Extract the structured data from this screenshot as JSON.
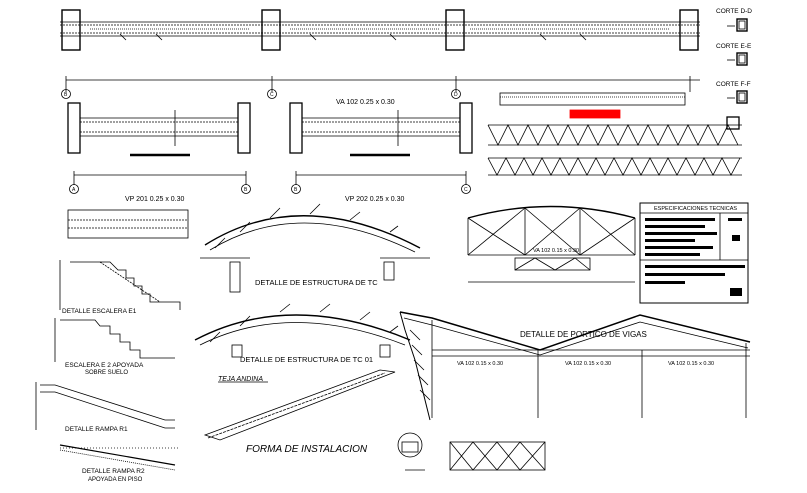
{
  "sections": {
    "corte_dd": "CORTE D-D",
    "corte_ee": "CORTE E-E",
    "corte_ff": "CORTE F-F",
    "va102_top": "VA 102   0.25 x 0.30",
    "vp201": "VP 201   0.25 x 0.30",
    "vp202": "VP 202   0.25 x 0.30",
    "detalle_estructura_1": "DETALLE DE ESTRUCTURA DE TC",
    "detalle_estructura_2": "DETALLE DE ESTRUCTURA DE TC  01",
    "detalle_escalera_e1": "DETALLE ESCALERA E1",
    "escalera_e2_line1": "ESCALERA E 2 APOYADA",
    "escalera_e2_line2": "SOBRE SUELO",
    "teja_andina": "TEJA ANDINA",
    "forma_instalacion": "FORMA DE INSTALACION",
    "detalle_rampa_r1": "DETALLE RAMPA R1",
    "detalle_rampa_r2_line1": "DETALLE RAMPA R2",
    "detalle_rampa_r2_line2": "APOYADA EN PISO",
    "detalle_portico": "DETALLE DE PORTICO DE VIGAS",
    "especificaciones": "ESPECIFICACIONES TECNICAS",
    "va102_a": "VA 102   0.15 x 0.30",
    "va102_b": "VA 102   0.15 x 0.30",
    "va102_c": "VA 102   0.15 x 0.30",
    "va102_truss": "VA 102   0.15 x 0.30"
  },
  "axes": {
    "top_row": [
      "B",
      "C",
      "D"
    ],
    "bottom_row": [
      "A",
      "B",
      "C"
    ]
  },
  "colors": {
    "line": "#000000",
    "accent_red": "#ff0000",
    "background": "#ffffff"
  }
}
